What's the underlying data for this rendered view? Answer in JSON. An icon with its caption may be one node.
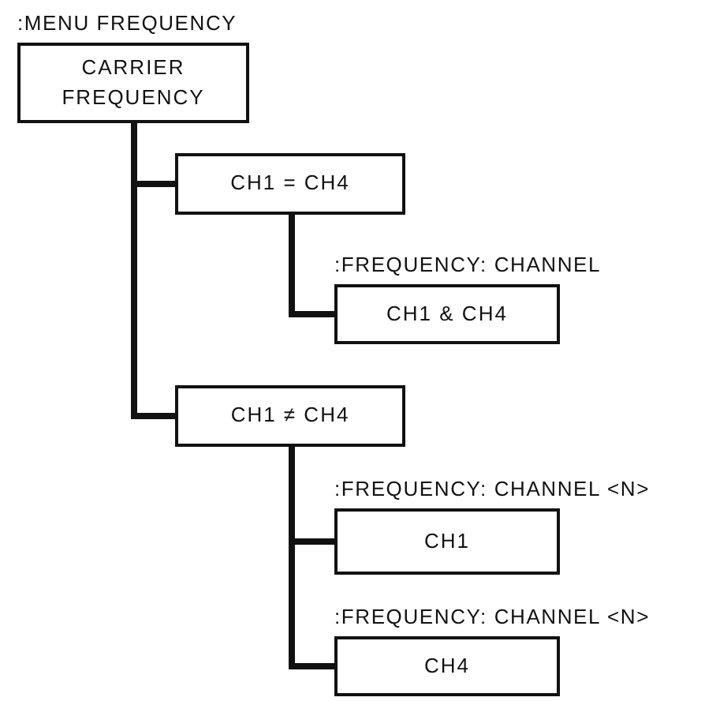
{
  "diagram": {
    "nodes": [
      {
        "text": [
          ":MENU FREQUENCY",
          "CARRIER FREQUENCY"
        ]
      },
      {
        "text": [
          "CH1 = CH4"
        ]
      },
      {
        "text": [
          ":FREQUENCY: CHANNEL",
          "CH1 & CH4"
        ]
      },
      {
        "text": [
          "CH1 ≠ CH4"
        ]
      },
      {
        "text": [
          ":FREQUENCY: CHANNEL <N>",
          "CH1"
        ]
      },
      {
        "text": [
          ":FREQUENCY: CHANNEL <N>",
          "CH4"
        ]
      }
    ],
    "edges": [
      {
        "from": 0,
        "to": 1,
        "arrow": "none"
      },
      {
        "from": 0,
        "to": 3,
        "arrow": "none"
      },
      {
        "from": 1,
        "to": 2,
        "arrow": "none"
      },
      {
        "from": 3,
        "to": 4,
        "arrow": "none"
      },
      {
        "from": 3,
        "to": 5,
        "arrow": "none"
      }
    ]
  }
}
